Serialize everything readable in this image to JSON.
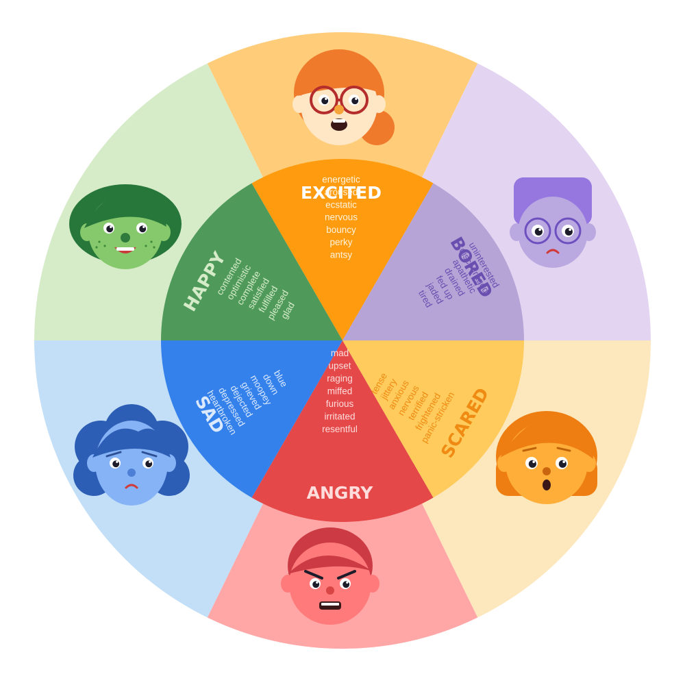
{
  "emotions": [
    {
      "id": "excited",
      "title": "EXCITED",
      "words": [
        "energetic",
        "aroused",
        "ecstatic",
        "nervous",
        "bouncy",
        "perky",
        "antsy"
      ],
      "colors": {
        "outer": "#ffcc7a",
        "inner": "#ff9b0e",
        "text": "#ffffff",
        "word": "#fff3de"
      }
    },
    {
      "id": "bored",
      "title": "BORED",
      "words": [
        "uninterested",
        "discouraged",
        "apathetic",
        "drained",
        "fed up",
        "jaded",
        "tired"
      ],
      "colors": {
        "outer": "#e3d5f2",
        "inner": "#b7a4d7",
        "text": "#6a4fb0",
        "word": "#6a4fb0"
      }
    },
    {
      "id": "scared",
      "title": "SCARED",
      "words": [
        "tense",
        "jittery",
        "anxious",
        "nervous",
        "terrified",
        "frightened",
        "panic-stricken"
      ],
      "colors": {
        "outer": "#fde8bd",
        "inner": "#ffcb5c",
        "text": "#ef8a12",
        "word": "#ef8a12"
      }
    },
    {
      "id": "angry",
      "title": "ANGRY",
      "words": [
        "mad",
        "upset",
        "raging",
        "miffed",
        "furious",
        "irritated",
        "resentful"
      ],
      "colors": {
        "outer": "#ffa7a7",
        "inner": "#e44848",
        "text": "#ffdcdc",
        "word": "#ffdcdc"
      }
    },
    {
      "id": "sad",
      "title": "SAD",
      "words": [
        "blue",
        "down",
        "moopey",
        "grieved",
        "dejected",
        "depressed",
        "heartbroken"
      ],
      "colors": {
        "outer": "#c3dff7",
        "inner": "#3481ec",
        "text": "#dbe9ff",
        "word": "#dbe9ff"
      }
    },
    {
      "id": "happy",
      "title": "HAPPY",
      "words": [
        "contented",
        "optimistic",
        "complete",
        "satisfied",
        "fulfilled",
        "pleased",
        "glad"
      ],
      "colors": {
        "outer": "#d6ecc9",
        "inner": "#4f9a5b",
        "text": "#d6ecc9",
        "word": "#d6ecc9"
      }
    }
  ],
  "faces": [
    {
      "id": "excited",
      "skin": "#ffe6c4",
      "hair": "#ef7a2b",
      "mood": "excited"
    },
    {
      "id": "bored",
      "skin": "#b9a9e0",
      "hair": "#9677e0",
      "mood": "bored"
    },
    {
      "id": "scared",
      "skin": "#ffae3a",
      "hair": "#ee7e12",
      "mood": "scared"
    },
    {
      "id": "angry",
      "skin": "#ff7a7a",
      "hair": "#cc3b44",
      "mood": "angry"
    },
    {
      "id": "sad",
      "skin": "#86b3f5",
      "hair": "#2d5eb5",
      "mood": "sad"
    },
    {
      "id": "happy",
      "skin": "#86c96c",
      "hair": "#27773a",
      "mood": "happy"
    }
  ]
}
